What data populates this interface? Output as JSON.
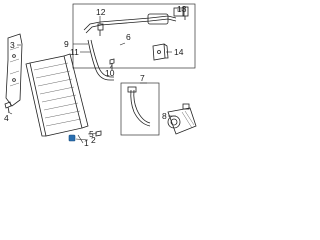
{
  "diagram": {
    "callouts": [
      {
        "id": "1",
        "text": "1"
      },
      {
        "id": "2",
        "text": "2"
      },
      {
        "id": "3",
        "text": "3"
      },
      {
        "id": "4",
        "text": "4"
      },
      {
        "id": "5",
        "text": "5"
      },
      {
        "id": "6",
        "text": "6"
      },
      {
        "id": "7",
        "text": "7"
      },
      {
        "id": "8",
        "text": "8"
      },
      {
        "id": "9",
        "text": "9"
      },
      {
        "id": "10",
        "text": "10"
      },
      {
        "id": "11",
        "text": "11"
      },
      {
        "id": "12",
        "text": "12"
      },
      {
        "id": "13",
        "text": "13"
      },
      {
        "id": "14",
        "text": "14"
      }
    ],
    "colors": {
      "line": "#222222",
      "highlight": "#2a6fb0",
      "background": "#ffffff"
    }
  }
}
